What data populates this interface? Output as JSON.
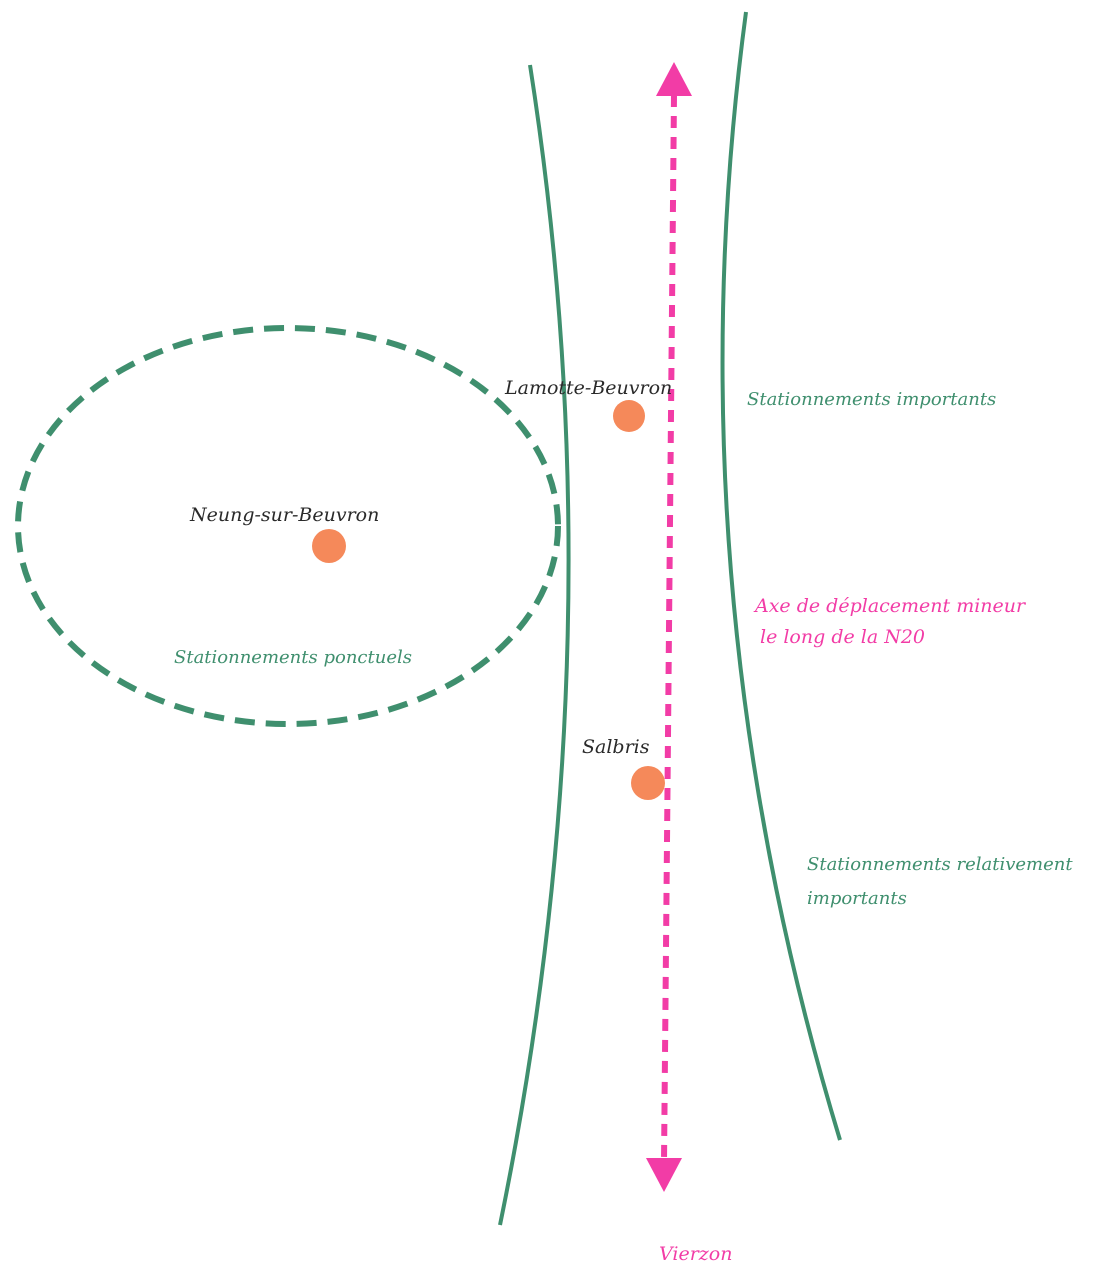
{
  "colors": {
    "green": "#3f8f6e",
    "pink": "#f23ca6",
    "town": "#f5895a",
    "town_text": "#2a2a2a"
  },
  "towns": [
    {
      "name": "Lamotte-Beuvron"
    },
    {
      "name": "Neung-sur-Beuvron"
    },
    {
      "name": "Salbris"
    }
  ],
  "zones": {
    "punctual": "Stationnements ponctuels",
    "important": "Stationnements importants",
    "relatively_important_line1": "Stationnements relativement",
    "relatively_important_line2": "importants"
  },
  "axis": {
    "label_line1": "Axe de déplacement mineur",
    "label_line2": "le long de la N20",
    "destination": "Vierzon"
  }
}
